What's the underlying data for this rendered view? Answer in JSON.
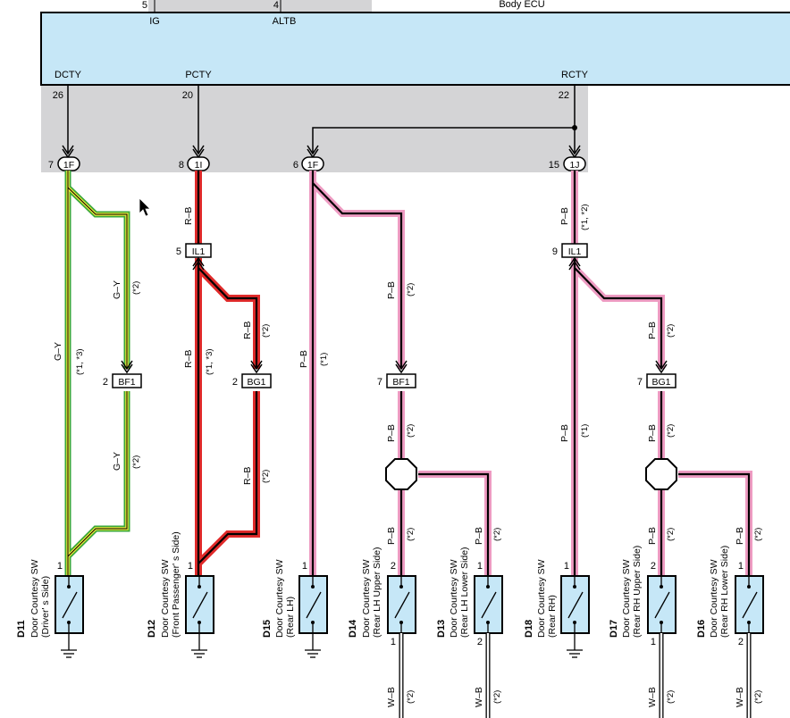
{
  "ecu": {
    "name": "Body ECU",
    "top_pins": [
      {
        "num": "5",
        "name": "IG"
      },
      {
        "num": "4",
        "name": "ALTB"
      }
    ],
    "outputs": [
      {
        "name": "DCTY",
        "pin": "26"
      },
      {
        "name": "PCTY",
        "pin": "20"
      },
      {
        "name": "RCTY",
        "pin": "22"
      }
    ]
  },
  "junctions": [
    {
      "pin": "7",
      "id": "1F"
    },
    {
      "pin": "8",
      "id": "1I"
    },
    {
      "pin": "6",
      "id": "1F"
    },
    {
      "pin": "15",
      "id": "1J"
    }
  ],
  "connectors": [
    {
      "pin": "5",
      "id": "IL1"
    },
    {
      "pin": "9",
      "id": "IL1"
    },
    {
      "pin": "2",
      "id": "BF1"
    },
    {
      "pin": "2",
      "id": "BG1"
    },
    {
      "pin": "7",
      "id": "BF1"
    },
    {
      "pin": "7",
      "id": "BG1"
    }
  ],
  "wire_labels": {
    "gy": "G–Y",
    "rb": "R–B",
    "pb": "P–B",
    "wb": "W–B"
  },
  "notes": {
    "n1": "(*1)",
    "n2": "(*2)",
    "n13": "(*1, *3)",
    "n12": "(*1, *2)"
  },
  "switches": [
    {
      "id": "D11",
      "line1": "Door Courtesy SW",
      "line2": "(Driver' s Side)",
      "pin_top": "1",
      "pin_bottom": ""
    },
    {
      "id": "D12",
      "line1": "Door Courtesy SW",
      "line2": "(Front Passenger' s Side)",
      "pin_top": "1",
      "pin_bottom": ""
    },
    {
      "id": "D15",
      "line1": "Door Courtesy SW",
      "line2": "(Rear LH)",
      "pin_top": "1",
      "pin_bottom": ""
    },
    {
      "id": "D14",
      "line1": "Door Courtesy SW",
      "line2": "(Rear LH Upper Side)",
      "pin_top": "2",
      "pin_bottom": "1"
    },
    {
      "id": "D13",
      "line1": "Door Courtesy SW",
      "line2": "(Rear LH Lower Side)",
      "pin_top": "1",
      "pin_bottom": "2"
    },
    {
      "id": "D18",
      "line1": "Door Courtesy SW",
      "line2": "(Rear RH)",
      "pin_top": "1",
      "pin_bottom": ""
    },
    {
      "id": "D17",
      "line1": "Door Courtesy SW",
      "line2": "(Rear RH Upper Side)",
      "pin_top": "2",
      "pin_bottom": "1"
    },
    {
      "id": "D16",
      "line1": "Door Courtesy SW",
      "line2": "(Rear RH Lower Side)",
      "pin_top": "1",
      "pin_bottom": "2"
    }
  ],
  "colors": {
    "ecu_fill": "#c6e7f7",
    "gray_area": "#d4d4d6",
    "green": "#3aa83a",
    "yellow": "#f2e93a",
    "red": "#e02a2a",
    "pink": "#ee9bc2",
    "switch_fill": "#c6e7f7"
  }
}
